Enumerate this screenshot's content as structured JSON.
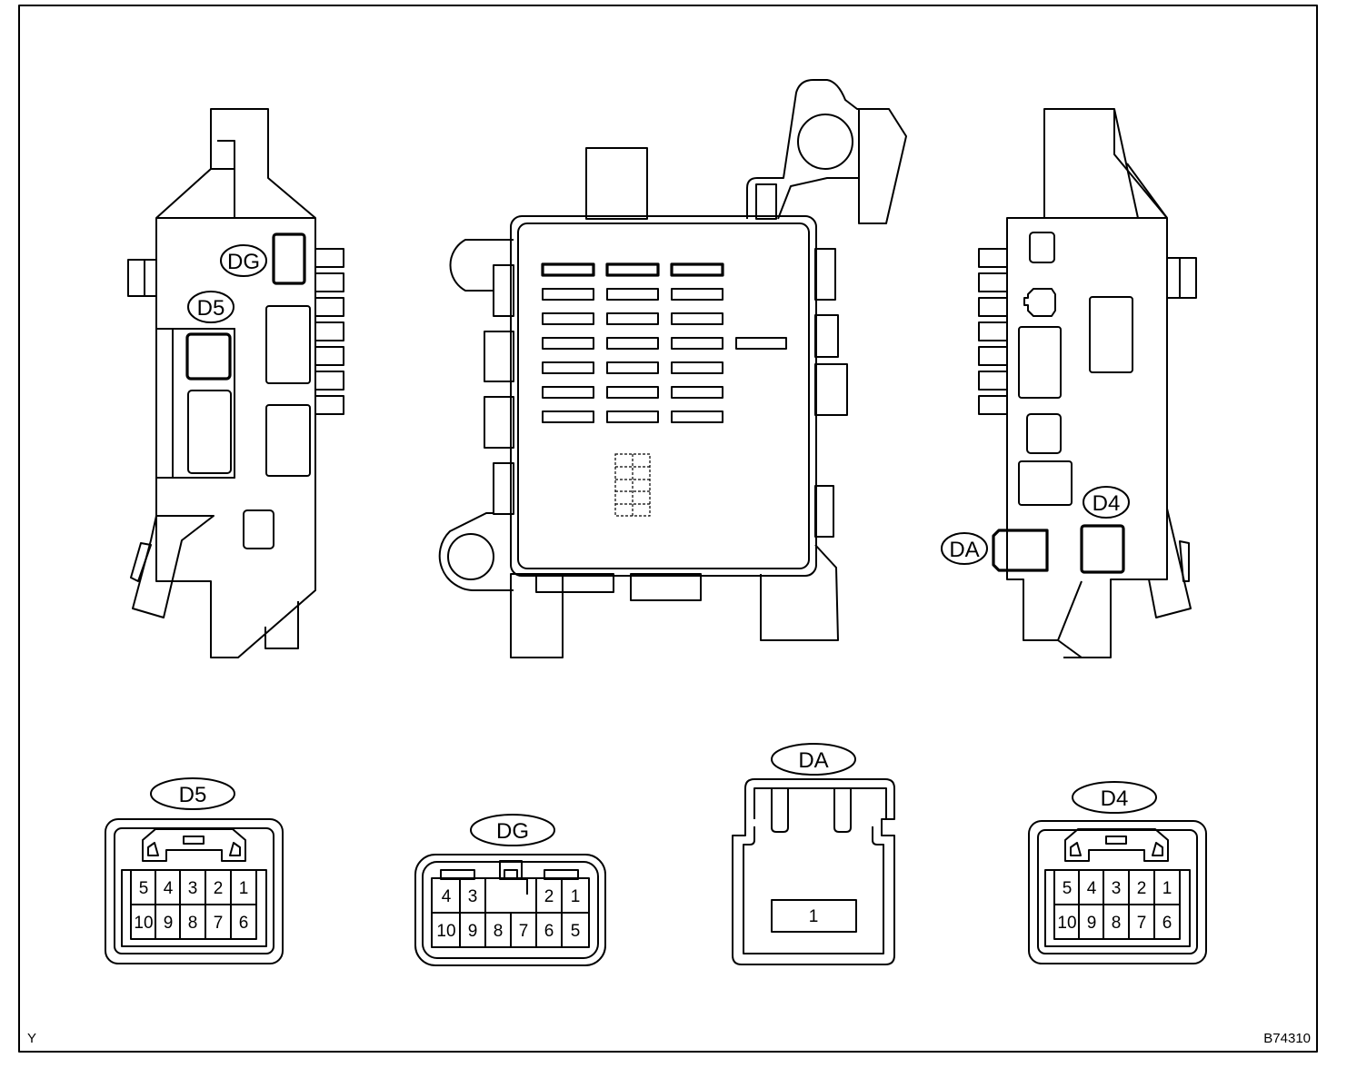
{
  "figure_code": "B74310",
  "corner_mark": "Y",
  "view_labels": {
    "left_dg": "DG",
    "left_d5": "D5",
    "right_d4": "D4",
    "right_da": "DA"
  },
  "connectors": [
    {
      "id": "d5",
      "label": "D5",
      "rows": [
        [
          "5",
          "4",
          "3",
          "2",
          "1"
        ],
        [
          "10",
          "9",
          "8",
          "7",
          "6"
        ]
      ]
    },
    {
      "id": "dg",
      "label": "DG",
      "rows": [
        [
          "4",
          "3",
          "",
          "",
          "2",
          "1"
        ],
        [
          "10",
          "9",
          "8",
          "7",
          "6",
          "5"
        ]
      ]
    },
    {
      "id": "da",
      "label": "DA",
      "rows": [
        [
          "1"
        ]
      ]
    },
    {
      "id": "d4",
      "label": "D4",
      "rows": [
        [
          "5",
          "4",
          "3",
          "2",
          "1"
        ],
        [
          "10",
          "9",
          "8",
          "7",
          "6"
        ]
      ]
    }
  ]
}
